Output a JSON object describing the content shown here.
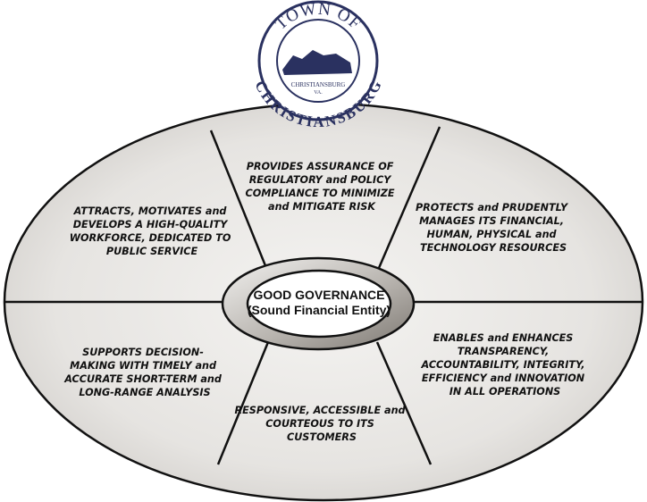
{
  "seal": {
    "top_text": "TOWN OF",
    "bottom_text": "CHRISTIANSBURG",
    "inner_text": "CHRISTIANSBURG",
    "inner_sub": "VA."
  },
  "center": {
    "line1": "GOOD GOVERNANCE",
    "line2": "(Sound Financial Entity)"
  },
  "segments": [
    {
      "id": "top",
      "lines": [
        "PROVIDES ASSURANCE OF",
        "REGULATORY and POLICY",
        "COMPLIANCE TO MINIMIZE",
        "and MITIGATE RISK"
      ]
    },
    {
      "id": "top-right",
      "lines": [
        "PROTECTS and PRUDENTLY",
        "MANAGES ITS FINANCIAL,",
        "HUMAN, PHYSICAL and",
        "TECHNOLOGY RESOURCES"
      ]
    },
    {
      "id": "bottom-right",
      "lines": [
        "ENABLES and ENHANCES",
        "TRANSPARENCY,",
        "ACCOUNTABILITY, INTEGRITY,",
        "EFFICIENCY and INNOVATION",
        "IN ALL OPERATIONS"
      ]
    },
    {
      "id": "bottom",
      "lines": [
        "RESPONSIVE, ACCESSIBLE and",
        "COURTEOUS TO ITS",
        "CUSTOMERS"
      ]
    },
    {
      "id": "bottom-left",
      "lines": [
        "SUPPORTS DECISION-",
        "MAKING WITH TIMELY and",
        "ACCURATE SHORT-TERM and",
        "LONG-RANGE ANALYSIS"
      ]
    },
    {
      "id": "top-left",
      "lines": [
        "ATTRACTS, MOTIVATES and",
        "DEVELOPS A HIGH-QUALITY",
        "WORKFORCE, DEDICATED TO",
        "PUBLIC SERVICE"
      ]
    }
  ]
}
